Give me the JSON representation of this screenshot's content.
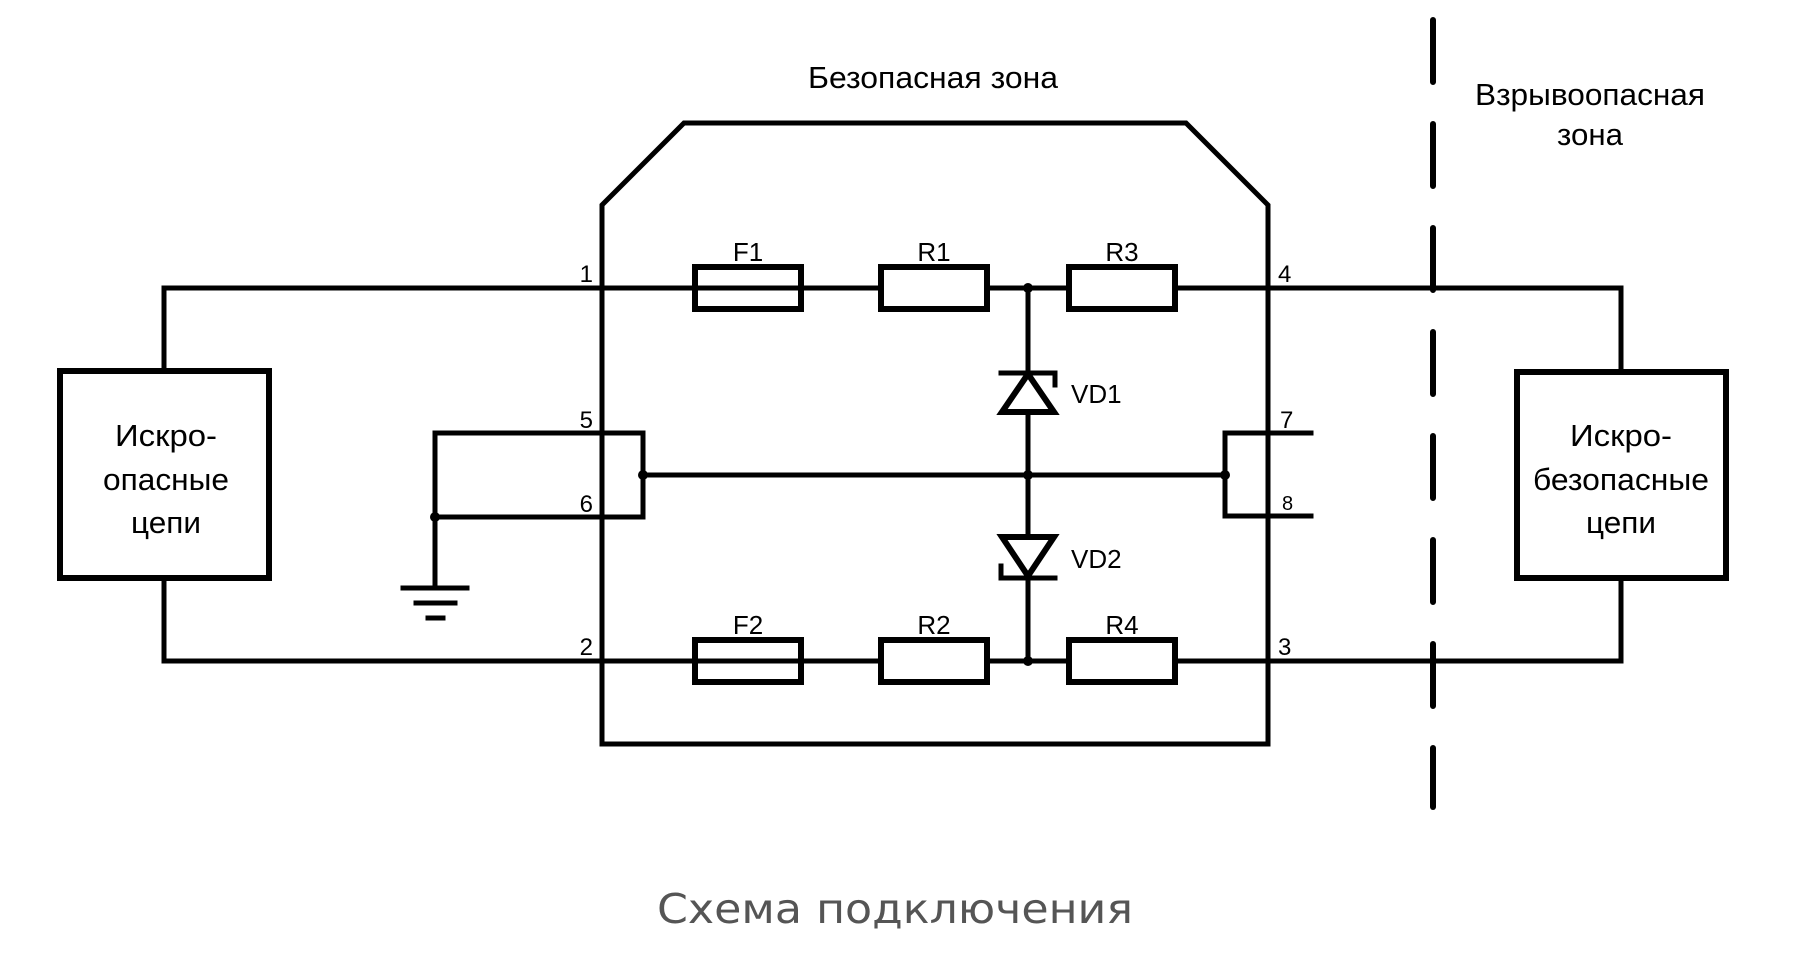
{
  "title": "Схема подключения",
  "zones": {
    "safe": "Безопасная зона",
    "hazardous_line1": "Взрывоопасная",
    "hazardous_line2": "зона"
  },
  "left_block": {
    "lines": [
      "Искро-",
      "опасные",
      "цепи"
    ]
  },
  "right_block": {
    "lines": [
      "Искро-",
      "безопасные",
      "цепи"
    ]
  },
  "components": {
    "fuses": [
      "F1",
      "F2"
    ],
    "resistors": [
      "R1",
      "R3",
      "R2",
      "R4"
    ],
    "diodes": [
      "VD1",
      "VD2"
    ]
  },
  "pins": [
    "1",
    "2",
    "3",
    "4",
    "5",
    "6",
    "7",
    "8"
  ],
  "colors": {
    "line": "#000000",
    "caption": "#555555",
    "background": "#ffffff"
  }
}
